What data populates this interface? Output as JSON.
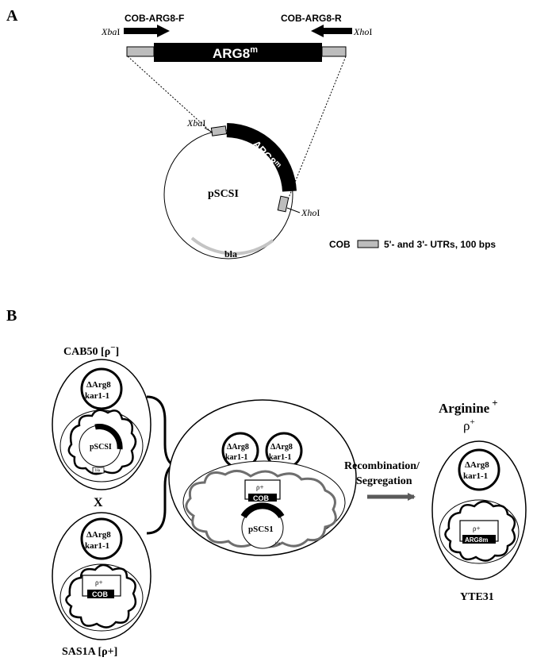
{
  "panel_a": {
    "label": "A",
    "primer_f": "COB-ARG8-F",
    "primer_r": "COB-ARG8-R",
    "site_xba_italic": "Xba",
    "site_xba_roman": "I",
    "site_xho_italic": "Xho",
    "site_xho_roman": "I",
    "insert_label": "ARG8",
    "insert_sup": "m",
    "plasmid_name": "pSCSI",
    "plasmid_arc_label": "ARG8",
    "plasmid_arc_sup": "m",
    "bla_label": "bla",
    "legend_cob": "COB",
    "legend_text": "5'- and 3'- UTRs, 100 bps"
  },
  "panel_b": {
    "label": "B",
    "strain_top": "CAB50 [ρ",
    "strain_top_sup": "−",
    "strain_top_close": "]",
    "strain_bottom": "SAS1A [ρ+]",
    "cross_symbol": "X",
    "nucleus_line1": "ΔArg8",
    "nucleus_line2": "kar1-1",
    "plasmid_in_cell": "pSCSI",
    "plasmid_merged": "pSCS1",
    "bla_small": "bla",
    "rho_plus": "ρ+",
    "cob": "COB",
    "arg8m": "ARG8m",
    "arrow_line1": "Recombination/",
    "arrow_line2": "Segregation",
    "phenotype": "Arginine",
    "phenotype_sup": "+",
    "result_rho": "ρ",
    "result_rho_sup": "+",
    "result_strain": "YTE31"
  },
  "colors": {
    "black": "#000000",
    "grey_box": "#bdbdbd",
    "mito_grey": "#6e6e6e",
    "arrow_grey": "#5a5a5a",
    "bla_arc": "#c4c4c4"
  }
}
